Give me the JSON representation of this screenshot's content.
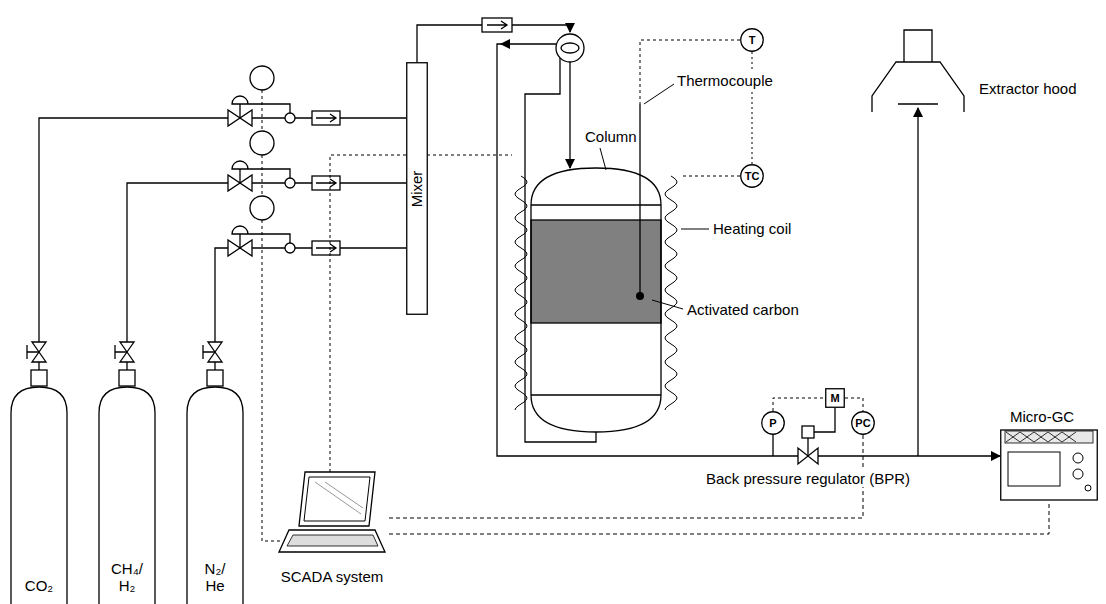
{
  "diagram": {
    "nodes": [
      {
        "text": [
          "CO₂"
        ]
      },
      {
        "text": [
          "CH₄/ H₂"
        ]
      },
      {
        "text": [
          "N₂/ He"
        ]
      },
      {
        "text": [
          "Mixer"
        ]
      },
      {
        "text": [
          "T"
        ]
      },
      {
        "text": [
          "TC"
        ]
      },
      {
        "text": [
          "P"
        ]
      },
      {
        "text": [
          "M"
        ]
      },
      {
        "text": [
          "PC"
        ]
      },
      {
        "text": [
          "Micro-GC"
        ]
      },
      {
        "text": [
          "SCADA system"
        ]
      }
    ],
    "edges": [
      {
        "from": 0,
        "to": 3,
        "arrow": "none"
      },
      {
        "from": 1,
        "to": 3,
        "arrow": "none"
      },
      {
        "from": 2,
        "to": 3,
        "arrow": "none"
      },
      {
        "from": 4,
        "to": 5,
        "arrow": "none"
      },
      {
        "from": 6,
        "to": 7,
        "arrow": "none"
      },
      {
        "from": 7,
        "to": 8,
        "arrow": "none"
      },
      {
        "from": 10,
        "to": 8,
        "arrow": "none"
      },
      {
        "from": 10,
        "to": 9,
        "arrow": "none"
      }
    ],
    "labels": [
      "Thermocouple",
      "Column",
      "Heating coil",
      "Activated carbon",
      "Extractor hood",
      "Back pressure regulator (BPR)"
    ]
  }
}
